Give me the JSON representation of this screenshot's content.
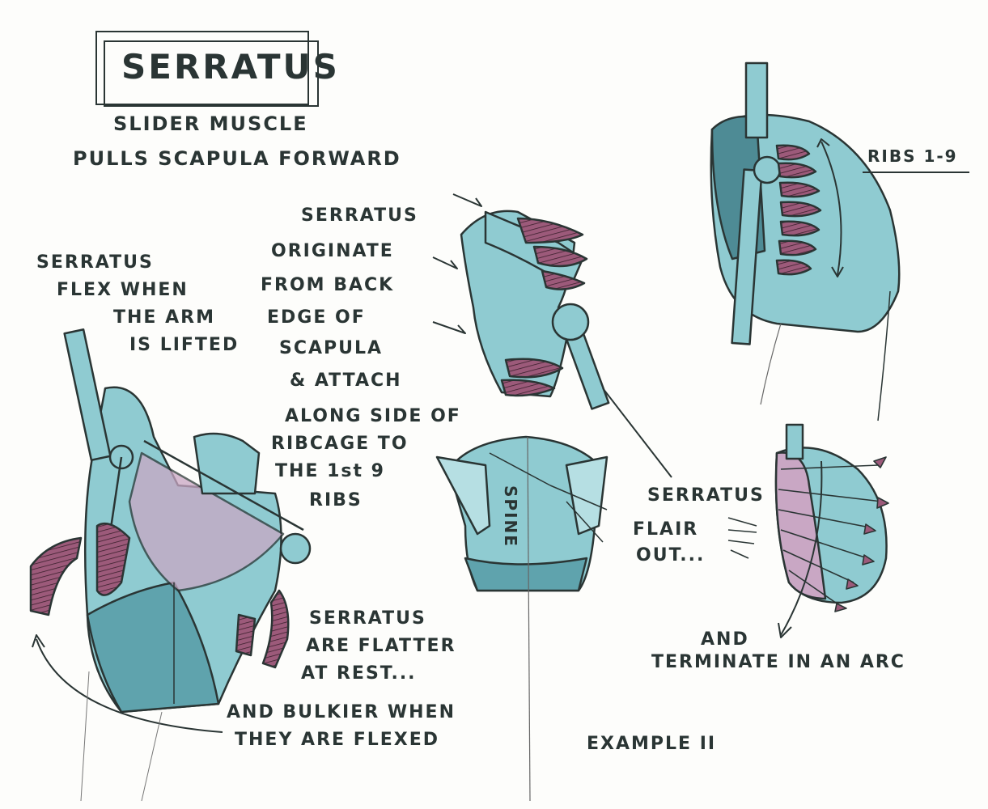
{
  "title": "SERRATUS",
  "subtitle_1": "SLIDER MUSCLE",
  "subtitle_2": "PULLS SCAPULA FORWARD",
  "note_flex": [
    "SERRATUS",
    "FLEX WHEN",
    "THE ARM",
    "IS LIFTED"
  ],
  "note_origin": [
    "SERRATUS",
    "ORIGINATE",
    "FROM BACK",
    "EDGE OF",
    "SCAPULA",
    "& ATTACH"
  ],
  "note_along": [
    "ALONG SIDE OF",
    "RIBCAGE TO",
    "THE 1st 9",
    "RIBS"
  ],
  "note_ribs": "RIBS 1-9",
  "note_flair": [
    "SERRATUS",
    "FLAIR",
    "OUT..."
  ],
  "note_spine": "SPINE",
  "note_rest": [
    "SERRATUS",
    "ARE FLATTER",
    "AT REST..."
  ],
  "note_bulkier": [
    "AND BULKIER WHEN",
    "THEY ARE FLEXED"
  ],
  "note_terminate": [
    "AND",
    "TERMINATE IN AN ARC"
  ],
  "note_example": "EXAMPLE II",
  "colors": {
    "body_fill": "#8fcbd1",
    "body_fill_dark": "#5fa3ad",
    "muscle_fill": "#9c5a7a",
    "muscle_light": "#c9a7c4",
    "ink": "#2a3534"
  }
}
